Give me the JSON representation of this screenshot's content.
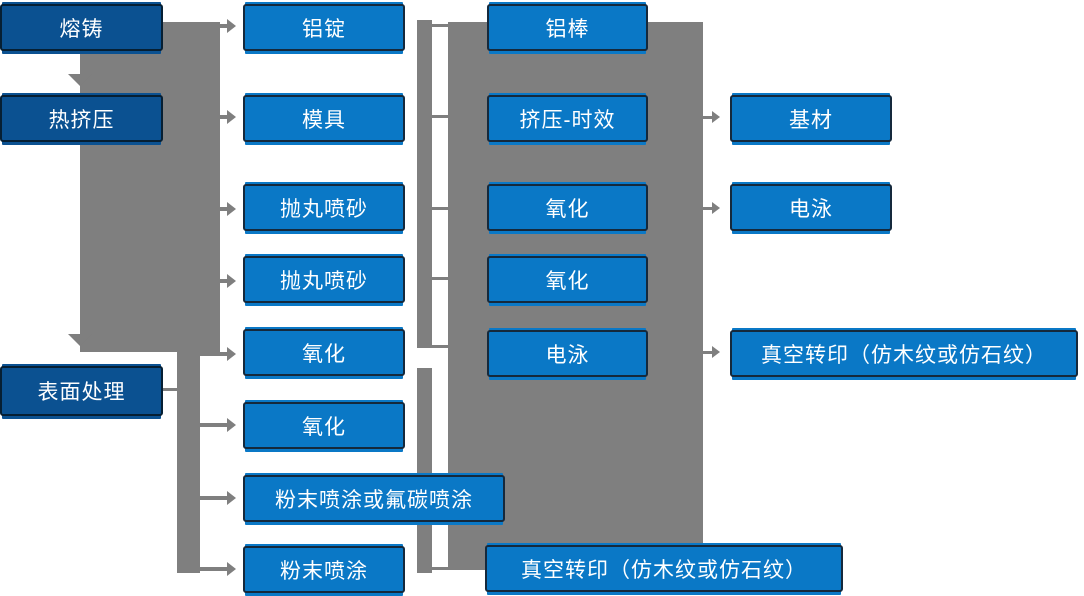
{
  "diagram_title": "",
  "nodes": {
    "melt_casting": "熔铸",
    "hot_extrusion": "热挤压",
    "surface_treatment": "表面处理",
    "aluminum_ingot": "铝锭",
    "mold": "模具",
    "shot_blast_1": "抛丸喷砂",
    "shot_blast_2": "抛丸喷砂",
    "oxidation_1": "氧化",
    "oxidation_2": "氧化",
    "powder_fluorocarbon": "粉末喷涂或氟碳喷涂",
    "powder": "粉末喷涂",
    "aluminum_rod": "铝棒",
    "extrusion_aging": "挤压-时效",
    "oxidation_3": "氧化",
    "oxidation_4": "氧化",
    "electrophoresis_1": "电泳",
    "vacuum_transfer_bottom": "真空转印（仿木纹或仿石纹）",
    "base_material": "基材",
    "electrophoresis_2": "电泳",
    "vacuum_transfer_right": "真空转印（仿木纹或仿石纹）"
  },
  "colors": {
    "stage_fill": "#0b5191",
    "process_fill": "#0a78c6",
    "node_border": "#15293c",
    "connector_gray": "#7f7f7f",
    "text_color": "#ffffff",
    "bg": "#ffffff"
  }
}
